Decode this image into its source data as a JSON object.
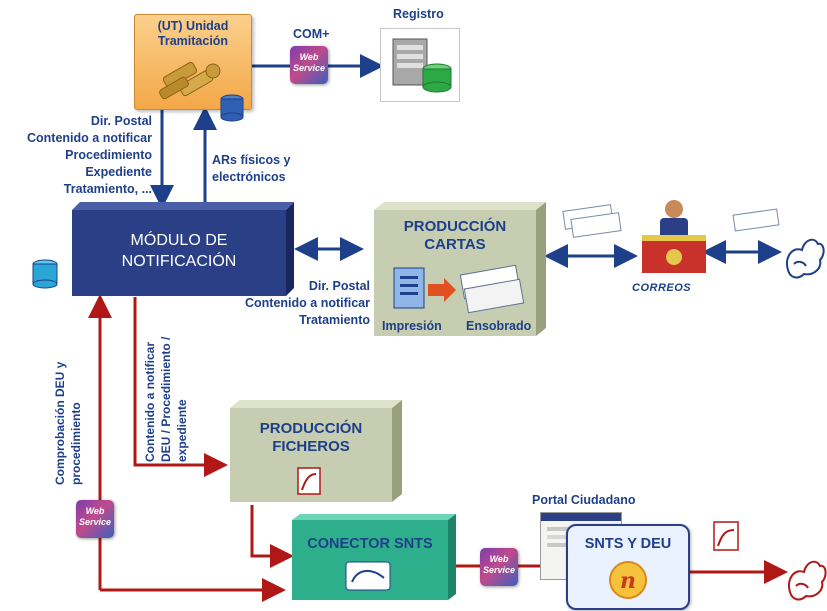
{
  "ut_box": {
    "title_line1": "(UT) Unidad",
    "title_line2": "Tramitación"
  },
  "com_label": "COM+",
  "registro_label": "Registro",
  "web_service": {
    "line1": "Web",
    "line2": "Service"
  },
  "left_labels": [
    "Dir. Postal",
    "Contenido a notificar",
    "Procedimiento",
    "Expediente",
    "Tratamiento, ..."
  ],
  "ars_labels": [
    "ARs  físicos y",
    "electrónicos"
  ],
  "modulo": {
    "line1": "MÓDULO DE",
    "line2": "NOTIFICACIÓN"
  },
  "mid_labels": [
    "Dir. Postal",
    "Contenido a notificar",
    "Tratamiento"
  ],
  "produccion_cartas": {
    "line1": "PRODUCCIÓN",
    "line2": "CARTAS",
    "impresion": "Impresión",
    "ensobrado": "Ensobrado"
  },
  "correos_label": "CORREOS",
  "vertical_left": [
    "Comprobación DEU y",
    "procedimiento"
  ],
  "vertical_mid": [
    "Contenido a notificar",
    "DEU / Procedimiento /",
    "expediente"
  ],
  "produccion_ficheros": {
    "line1": "PRODUCCIÓN",
    "line2": "FICHEROS"
  },
  "conector": "CONECTOR SNTS",
  "portal_label": "Portal Ciudadano",
  "snts_deu": "SNTS Y DEU",
  "colors": {
    "blue_dark": "#2a3f85",
    "navy": "#1e3f8a",
    "olive": "#c7cdb0",
    "green": "#2eaf8c",
    "red": "#b01818",
    "orange": "#f5b860"
  }
}
